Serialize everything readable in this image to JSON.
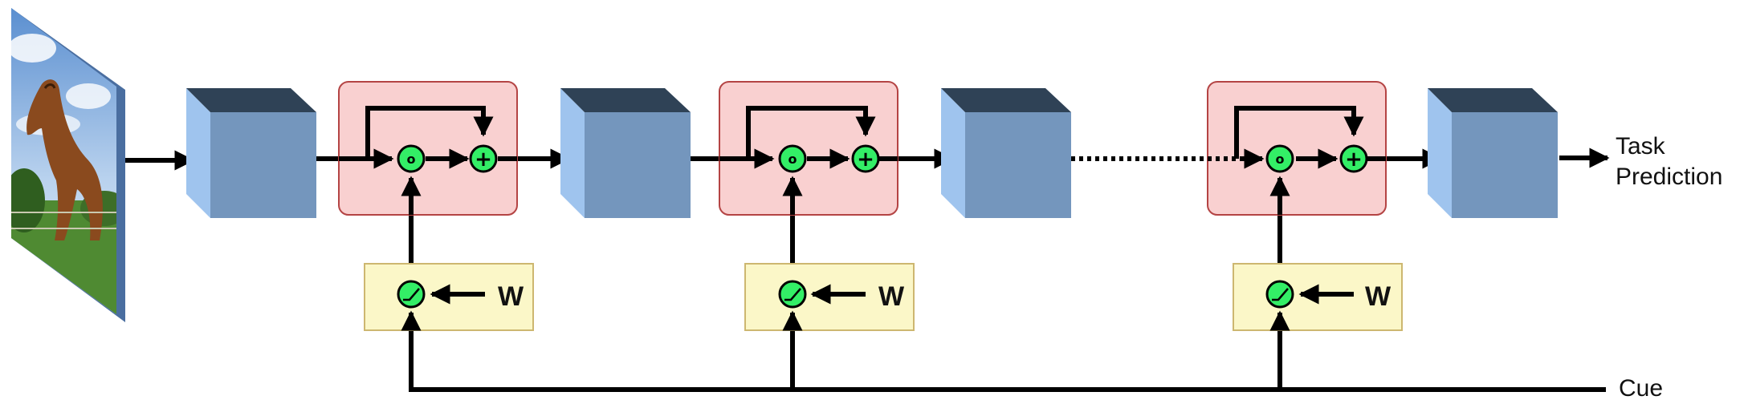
{
  "labels": {
    "output_line1": "Task",
    "output_line2": "Prediction",
    "cue": "Cue"
  },
  "gate_symbols": {
    "multiply": "o",
    "add": "+",
    "weight": "W"
  },
  "colors": {
    "cube_front": "#7496bd",
    "cube_top": "#2f4256",
    "cube_side": "#9fc4ee",
    "modulation_block_fill": "#f8c8c8",
    "modulation_block_stroke": "#b44444",
    "weight_block_fill": "#fbf7c8",
    "weight_block_stroke": "#cdb770",
    "operator_fill": "#33ee66",
    "arrow": "#000000"
  },
  "icons": {
    "input_image": "horse-photo-icon",
    "relu": "relu-icon"
  }
}
